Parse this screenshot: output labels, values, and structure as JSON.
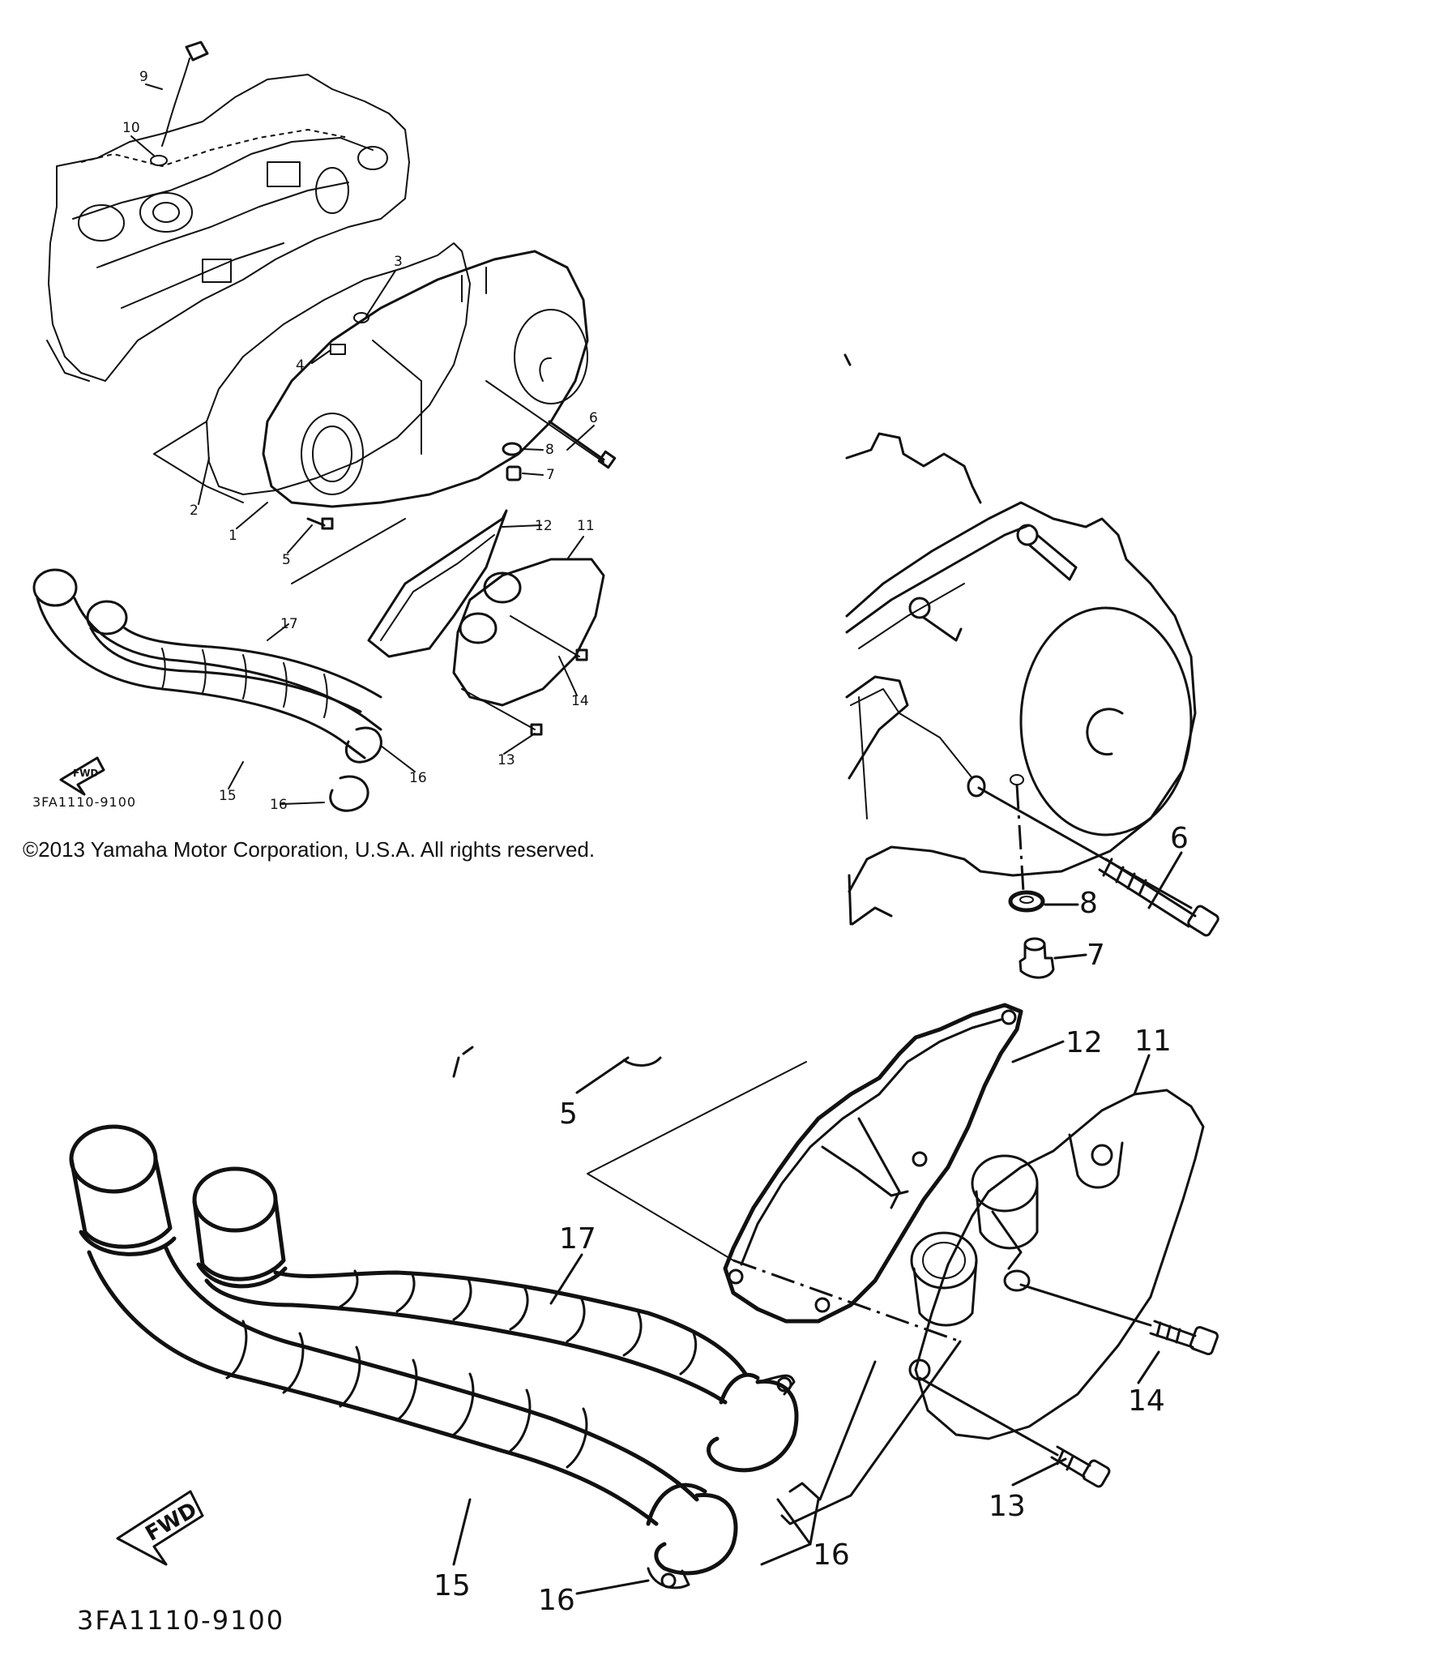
{
  "copyright": "©2013 Yamaha Motor Corporation, U.S.A. All rights reserved.",
  "overview": {
    "diagram_code": "3FA1110-9100",
    "fwd_label": "FWD",
    "callouts": {
      "c1": "1",
      "c2": "2",
      "c3": "3",
      "c4": "4",
      "c5": "5",
      "c6": "6",
      "c7": "7",
      "c8": "8",
      "c9": "9",
      "c10": "10",
      "c11": "11",
      "c12": "12",
      "c13": "13",
      "c14": "14",
      "c15": "15",
      "c16a": "16",
      "c16b": "16",
      "c17": "17"
    }
  },
  "detail_right": {
    "callouts": {
      "c6": "6",
      "c7": "7",
      "c8": "8"
    }
  },
  "detail_bottom": {
    "diagram_code": "3FA1110-9100",
    "fwd_label": "FWD",
    "callouts": {
      "c5": "5",
      "c11": "11",
      "c12": "12",
      "c13": "13",
      "c14": "14",
      "c15": "15",
      "c16a": "16",
      "c16b": "16",
      "c17": "17"
    }
  }
}
